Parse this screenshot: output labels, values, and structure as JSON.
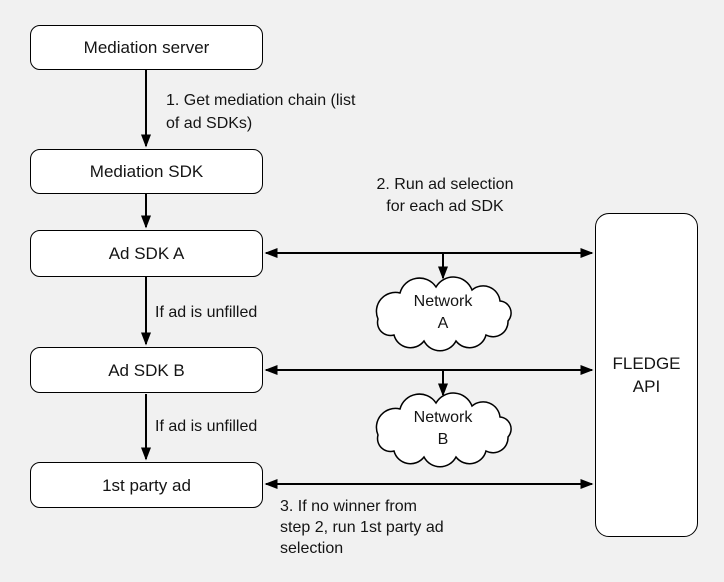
{
  "diagram": {
    "title_semantic": "ad-mediation-flow",
    "colors": {
      "background": "#f1f1f1",
      "node_fill": "#ffffff",
      "stroke": "#000000",
      "text": "#141414"
    },
    "nodes": {
      "mediation_server": "Mediation server",
      "mediation_sdk": "Mediation SDK",
      "ad_sdk_a": "Ad SDK A",
      "ad_sdk_b": "Ad SDK B",
      "first_party_ad": "1st party ad",
      "fledge_api": "FLEDGE\nAPI",
      "network_a": "Network\nA",
      "network_b": "Network\nB"
    },
    "annotations": {
      "step1": "1. Get mediation chain (list\nof ad SDKs)",
      "step2": "2. Run ad selection\nfor each ad SDK",
      "step3": "3. If no winner from\nstep 2, run 1st party ad\nselection",
      "unfilled_a": "If ad is unfilled",
      "unfilled_b": "If ad is unfilled"
    },
    "edges": [
      "Mediation server -> Mediation SDK",
      "Mediation SDK -> Ad SDK A",
      "Ad SDK A -> Ad SDK B (if ad is unfilled)",
      "Ad SDK B -> 1st party ad (if ad is unfilled)",
      "Ad SDK A <-> FLEDGE API",
      "Ad SDK B <-> FLEDGE API",
      "1st party ad <-> FLEDGE API",
      "Ad SDK A/FLEDGE link -> Network A",
      "Ad SDK B/FLEDGE link -> Network B"
    ]
  }
}
